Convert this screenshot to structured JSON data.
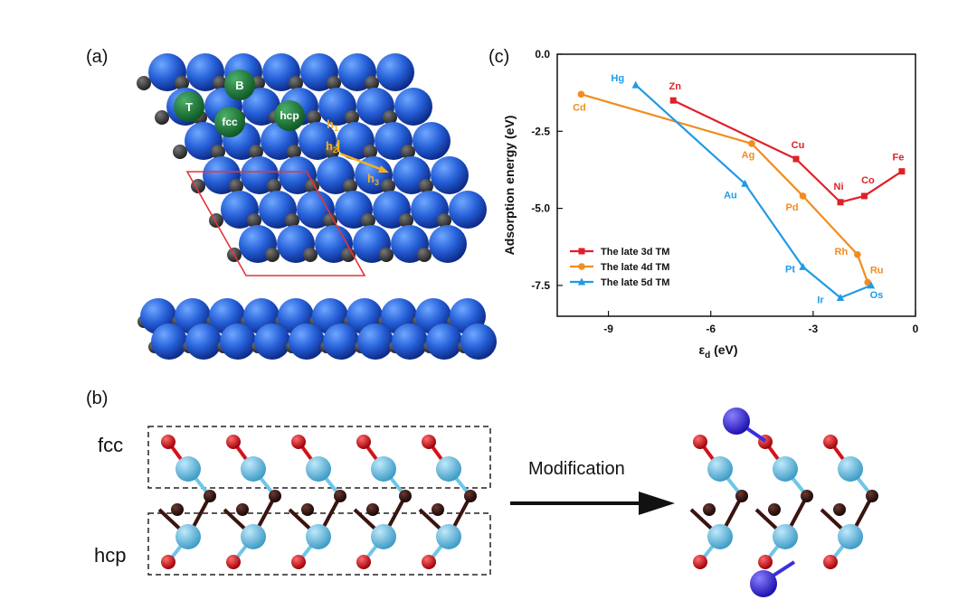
{
  "panels": {
    "a": {
      "label": "(a)",
      "site_labels": {
        "top": "T",
        "bridge": "B",
        "fcc": "fcc",
        "hcp": "hcp"
      },
      "vectors": {
        "h1": "h1",
        "h2": "h2",
        "h3": "h3"
      },
      "colors": {
        "atom": "#2f6fe0",
        "site": "#1e7f3a",
        "vector": "#f2b21b",
        "cell": "#e8333a"
      }
    },
    "b": {
      "label": "(b)",
      "left_labels": {
        "top": "fcc",
        "bottom": "hcp"
      },
      "arrow_label": "Modification",
      "colors": {
        "oxygen": "#d4121a",
        "metal": "#6ec6e8",
        "core": "#3a1410",
        "dopant": "#3b2de0"
      }
    },
    "c": {
      "label": "(c)"
    }
  },
  "chart_data": {
    "type": "line",
    "xlabel": "ε",
    "xlabel_sub": "d",
    "xlabel_unit": " (eV)",
    "ylabel": "Adsorption energy (eV)",
    "xlim": [
      -10.5,
      0
    ],
    "ylim": [
      -8.5,
      0
    ],
    "x_ticks": [
      -9,
      -6,
      -3,
      0
    ],
    "x_tick_labels": [
      "-9",
      "-6",
      "-3",
      "0"
    ],
    "y_ticks": [
      0,
      -2.5,
      -5,
      -7.5
    ],
    "y_tick_labels": [
      "0.0",
      "-2.5",
      "-5.0",
      "-7.5"
    ],
    "legend_position": "bottom-left",
    "series": [
      {
        "name": "The late 3d TM",
        "color": "#e02027",
        "marker": "square",
        "points": [
          {
            "label": "Zn",
            "x": -7.1,
            "y": -1.5
          },
          {
            "label": "Cu",
            "x": -3.5,
            "y": -3.4
          },
          {
            "label": "Ni",
            "x": -2.2,
            "y": -4.8
          },
          {
            "label": "Co",
            "x": -1.5,
            "y": -4.6
          },
          {
            "label": "Fe",
            "x": -0.4,
            "y": -3.8
          }
        ]
      },
      {
        "name": "The late 4d TM",
        "color": "#f28c1e",
        "marker": "circle",
        "points": [
          {
            "label": "Cd",
            "x": -9.8,
            "y": -1.3
          },
          {
            "label": "Ag",
            "x": -4.8,
            "y": -2.9
          },
          {
            "label": "Pd",
            "x": -3.3,
            "y": -4.6
          },
          {
            "label": "Rh",
            "x": -1.7,
            "y": -6.5
          },
          {
            "label": "Ru",
            "x": -1.4,
            "y": -7.4
          }
        ]
      },
      {
        "name": "The late 5d TM",
        "color": "#1f9ae6",
        "marker": "triangle",
        "points": [
          {
            "label": "Hg",
            "x": -8.2,
            "y": -1.0
          },
          {
            "label": "Au",
            "x": -5.0,
            "y": -4.2
          },
          {
            "label": "Pt",
            "x": -3.3,
            "y": -6.9
          },
          {
            "label": "Ir",
            "x": -2.2,
            "y": -7.9
          },
          {
            "label": "Os",
            "x": -1.3,
            "y": -7.5
          }
        ]
      }
    ]
  }
}
